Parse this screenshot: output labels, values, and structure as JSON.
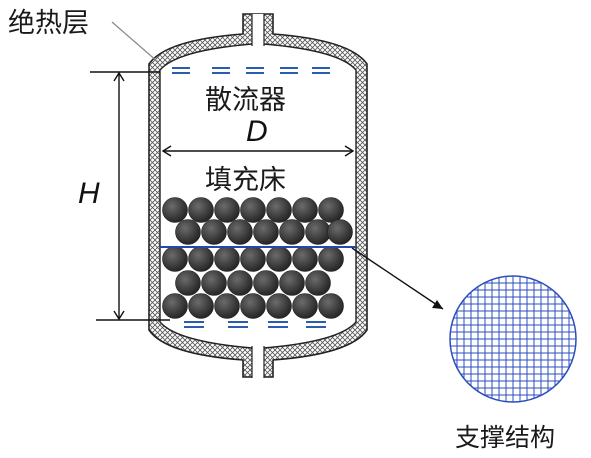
{
  "labels": {
    "insulation": "绝热层",
    "distributor": "散流器",
    "diameter": "D",
    "packed_bed": "填充床",
    "height": "H",
    "support": "支撑结构"
  },
  "colors": {
    "outline": "#222222",
    "insulation_hatch": "#555555",
    "ball_fill": "#3b3b3b",
    "distributor_blue": "#2a5db0",
    "support_line": "#2747a8",
    "mesh_blue": "#2d4fc0"
  },
  "icons": {
    "packed_spheres": "sphere-packing-icon",
    "support_mesh": "wire-mesh-icon"
  }
}
